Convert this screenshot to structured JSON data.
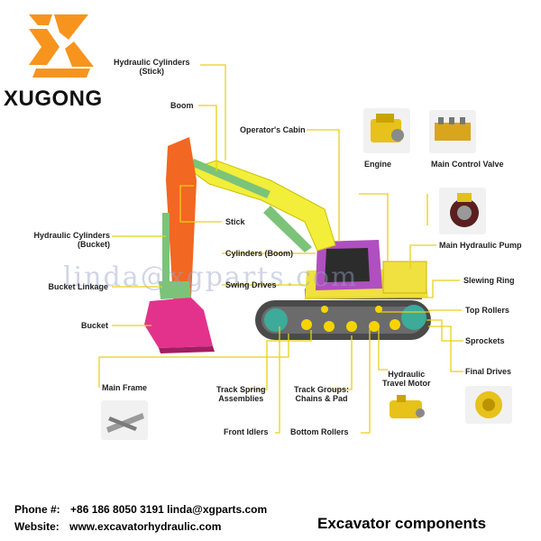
{
  "brand": {
    "name": "XUGONG",
    "logo_icon": "xugong-k-logo-icon",
    "logo_color": "#F7941D"
  },
  "watermark": "linda@xgparts.com",
  "labels": {
    "hyd_cyl_stick": [
      "Hydraulic Cylinders",
      "(Stick)"
    ],
    "boom": "Boom",
    "operators_cabin": "Operator's Cabin",
    "stick": "Stick",
    "hyd_cyl_bucket": [
      "Hydraulic Cylinders",
      "(Bucket)"
    ],
    "cylinders_boom": "Cylinders (Boom)",
    "bucket_linkage": "Bucket Linkage",
    "swing_drives": "Swing Drives",
    "bucket": "Bucket",
    "main_frame": "Main Frame",
    "track_spring": [
      "Track Spring",
      "Assemblies"
    ],
    "track_groups": [
      "Track Groups:",
      "Chains & Pad"
    ],
    "hyd_travel_motor": [
      "Hydraulic",
      "Travel Motor"
    ],
    "front_idlers": "Front Idlers",
    "bottom_rollers": "Bottom Rollers",
    "engine": "Engine",
    "main_control_valve": "Main Control Valve",
    "main_hydraulic_pump": "Main Hydraulic Pump",
    "slewing_ring": "Slewing Ring",
    "top_rollers": "Top Rollers",
    "sprockets": "Sprockets",
    "final_drives": "Final Drives"
  },
  "footer": {
    "phone_label": "Phone #:",
    "phone_value": "+86 186 8050 3191 linda@xgparts.com",
    "website_label": "Website:",
    "website_value": "www.excavatorhydraulic.com",
    "caption": "Excavator components"
  },
  "colors": {
    "boom": "#F2EE3A",
    "stick": "#F26722",
    "bucket": "#E2328C",
    "cylinders": "#7CC37A",
    "cabin": "#B04FC0",
    "body": "#F0E040",
    "track": "#4A4A4A",
    "line": "#E8D11A"
  }
}
